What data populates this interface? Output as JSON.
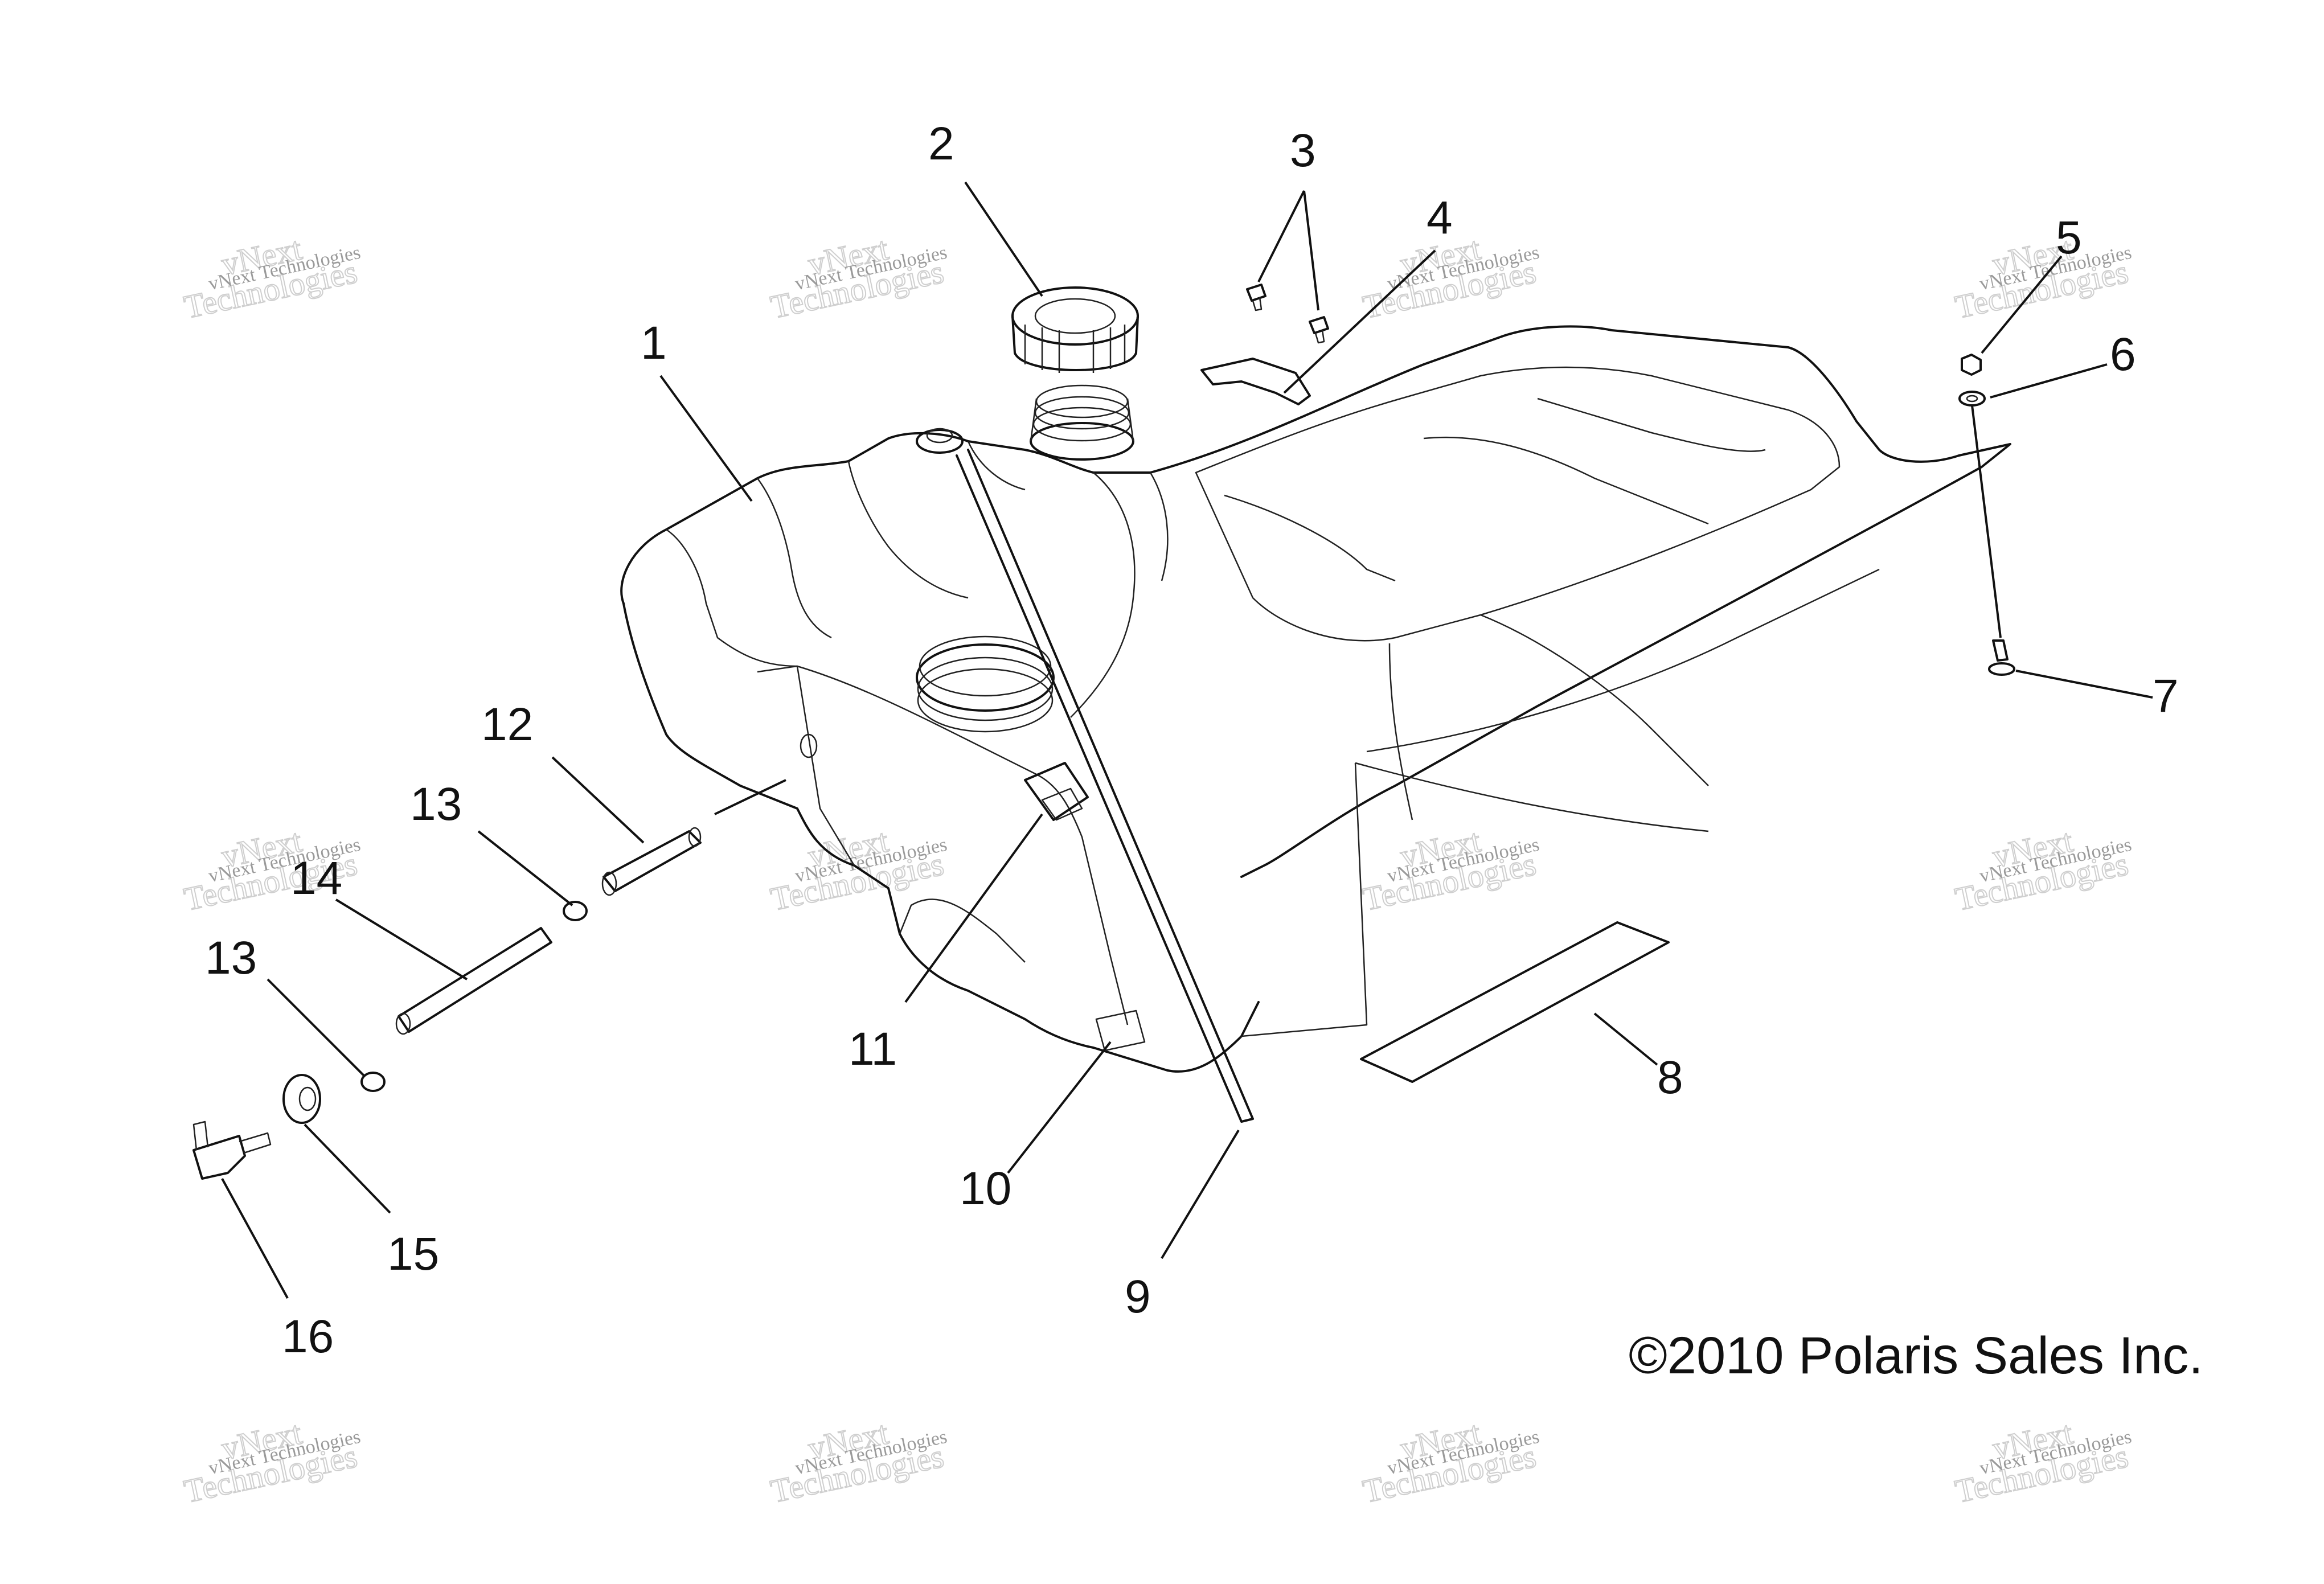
{
  "callouts": [
    "1",
    "2",
    "3",
    "4",
    "5",
    "6",
    "7",
    "8",
    "9",
    "10",
    "11",
    "12",
    "13",
    "13",
    "14",
    "15",
    "16"
  ],
  "copyright": "©2010 Polaris Sales Inc.",
  "watermark": {
    "small": "vNext Technologies",
    "big": "Technologies",
    "top": "vNext"
  }
}
